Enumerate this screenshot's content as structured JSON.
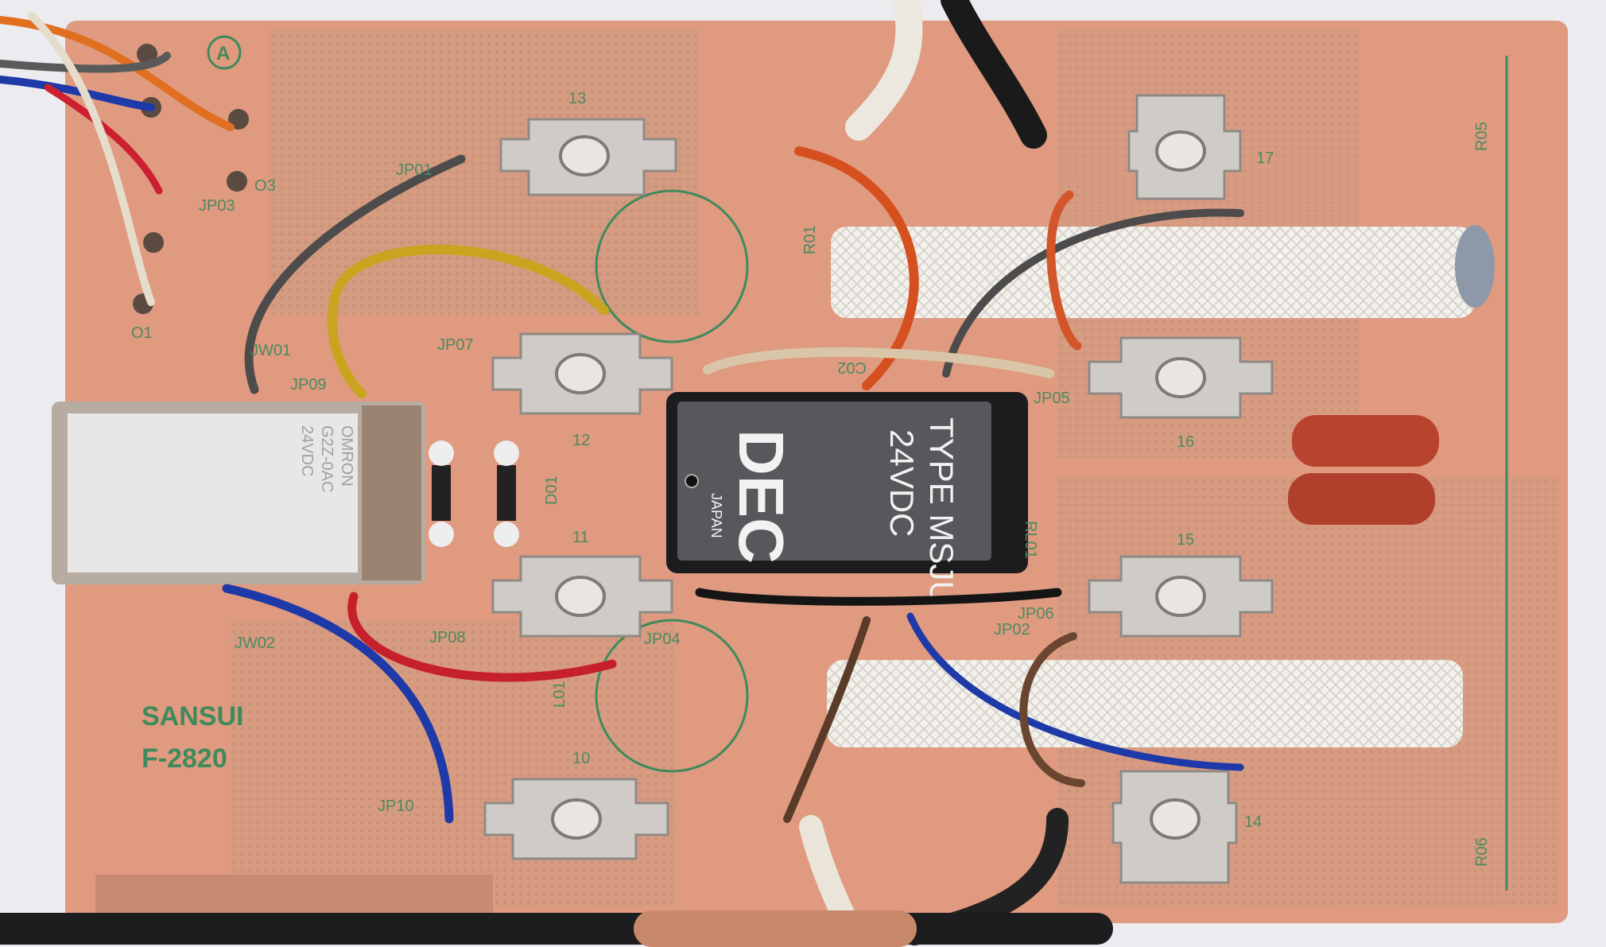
{
  "board": {
    "brand": "SANSUI",
    "model": "F-2820",
    "marker": "A",
    "terminals": [
      "13",
      "12",
      "11",
      "10",
      "17",
      "16",
      "15",
      "14"
    ],
    "labels": [
      "JP01",
      "JP02",
      "JP03",
      "JP04",
      "JP05",
      "JP06",
      "JP07",
      "JP08",
      "JP09",
      "JP10",
      "JW01",
      "JW02",
      "R01",
      "R05",
      "R06",
      "RL01",
      "D01",
      "L01",
      "C02",
      "O1",
      "O3"
    ]
  },
  "relay_main": {
    "line1": "TYPE MSJU",
    "line2": "24VDC",
    "brand": "DEC",
    "origin": "JAPAN"
  },
  "relay_aux": {
    "brand": "OMRON",
    "model": "G2Z-0AC",
    "voltage": "24VDC"
  },
  "colors": {
    "board": "#df9a80",
    "silkscreen": "#3f8a5c",
    "relay_black": "#1c1c1e",
    "resistor": "#f2efe8",
    "capacitor": "#b8432e"
  }
}
